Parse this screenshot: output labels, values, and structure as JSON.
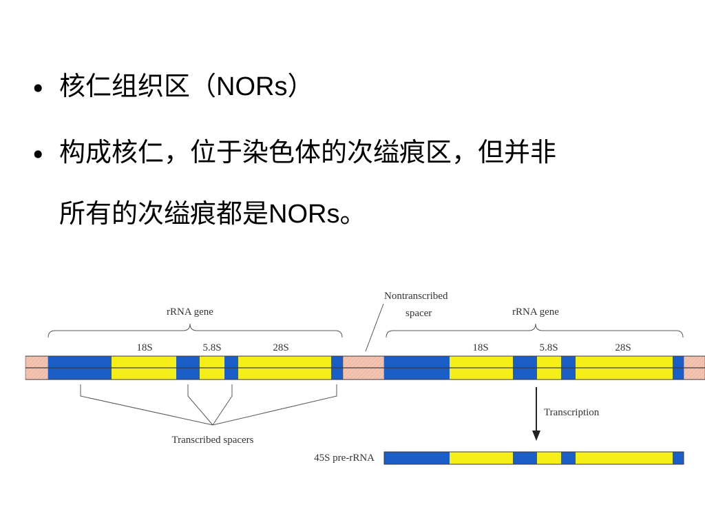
{
  "bullets": [
    {
      "marker": "•",
      "text_cn": "核仁组织区（",
      "text_en": "NORs",
      "text_end": "）"
    },
    {
      "marker": "•",
      "line1": "构成核仁，位于染色体的次缢痕区，但并非",
      "line2_cn": "所有的次缢痕都是",
      "line2_en": "NORs",
      "line2_end": "。"
    }
  ],
  "diagram": {
    "left_gene_label": "rRNA gene",
    "right_gene_label": "rRNA gene",
    "nontranscribed_label_1": "Nontranscribed",
    "nontranscribed_label_2": "spacer",
    "left_18s": "18S",
    "left_58s": "5.8S",
    "left_28s": "28S",
    "right_18s": "18S",
    "right_58s": "5.8S",
    "right_28s": "28S",
    "transcription_label": "Transcription",
    "transcribed_spacers_label": "Transcribed spacers",
    "pre_rrna_label": "45S pre-rRNA",
    "colors": {
      "spacer_blue": "#1c5ec7",
      "rrna_yellow": "#f5ee18",
      "nontranscribed_pink": "#f3c3b1",
      "outline": "#3a3a3a"
    }
  }
}
